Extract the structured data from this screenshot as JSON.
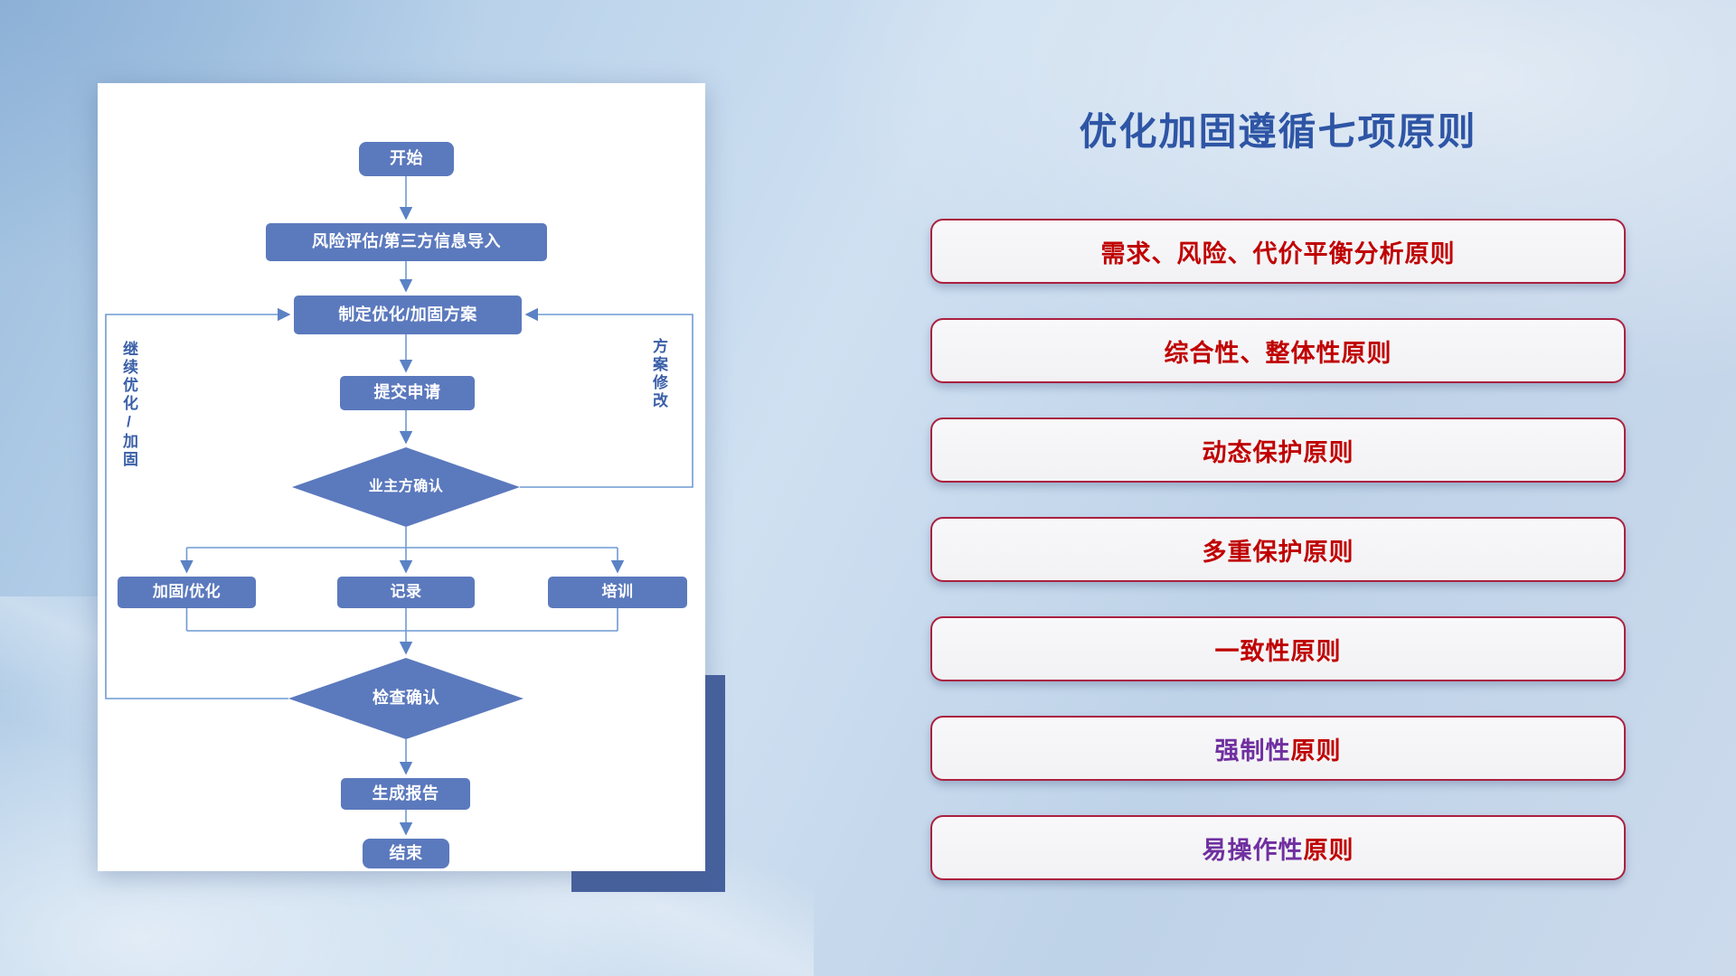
{
  "colors": {
    "node_fill": "#5b79bd",
    "flow_line": "#6f9ad4",
    "flow_arrow": "#5b82c4",
    "pb_border": "#ab2040",
    "pb_bg": "#f2f2f4",
    "title_color": "#2e55a5",
    "shadow_rect": "#47619e",
    "side_label": "#3a5fa8"
  },
  "flowchart": {
    "nodes": {
      "start": "开始",
      "risk_import": "风险评估/第三方信息导入",
      "plan": "制定优化/加固方案",
      "submit": "提交申请",
      "owner_confirm": "业主方确认",
      "harden": "加固/优化",
      "record": "记录",
      "training": "培训",
      "check_confirm": "检查确认",
      "report": "生成报告",
      "end": "结束"
    },
    "side_labels": {
      "left": "继续优化/加固",
      "right": "方案修改"
    }
  },
  "panel": {
    "title": "优化加固遵循七项原则",
    "principles": [
      {
        "parts": [
          {
            "text": "需求、风险、代价平衡分析原则",
            "color": "#c00000"
          }
        ]
      },
      {
        "parts": [
          {
            "text": "综合性、整体性原则",
            "color": "#c00000"
          }
        ]
      },
      {
        "parts": [
          {
            "text": "动态保护原则",
            "color": "#c00000"
          }
        ]
      },
      {
        "parts": [
          {
            "text": "多重保护原则",
            "color": "#c00000"
          }
        ]
      },
      {
        "parts": [
          {
            "text": "一致性原则",
            "color": "#c00000"
          }
        ]
      },
      {
        "parts": [
          {
            "text": "强制性",
            "color": "#7030a0"
          },
          {
            "text": "原则",
            "color": "#c00000"
          }
        ]
      },
      {
        "parts": [
          {
            "text": "易操作性",
            "color": "#7030a0"
          },
          {
            "text": "原则",
            "color": "#c00000"
          }
        ]
      }
    ]
  }
}
